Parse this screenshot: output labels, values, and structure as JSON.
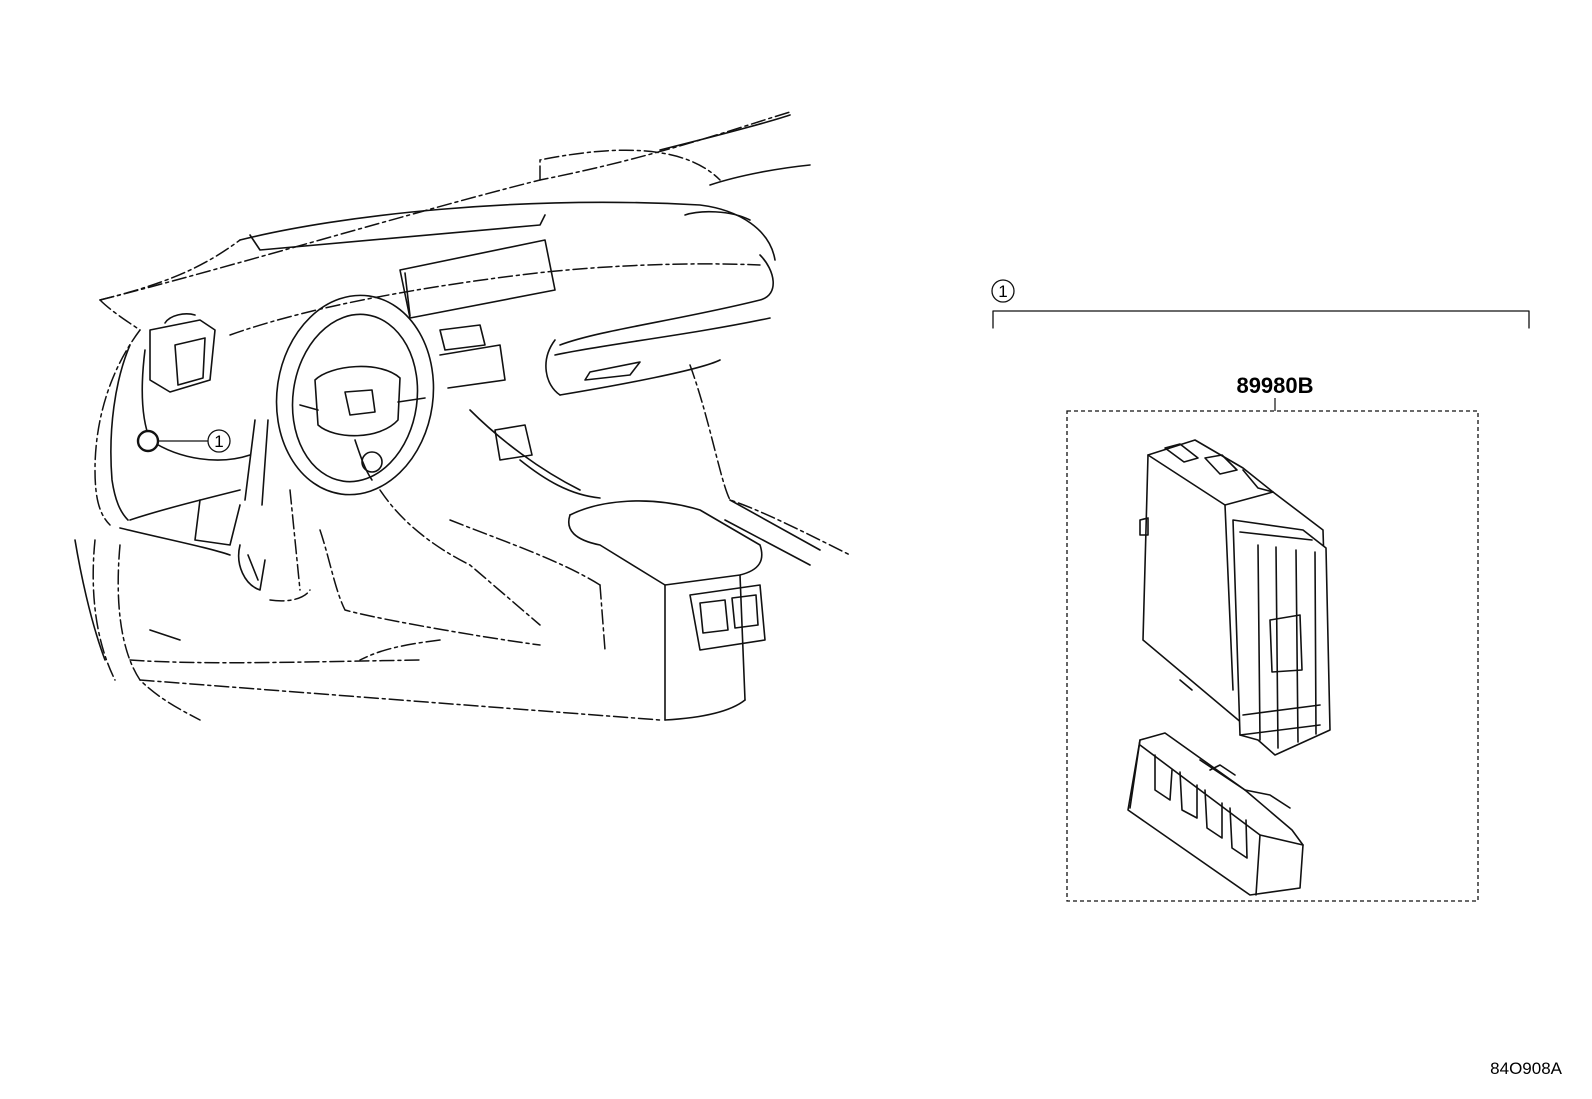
{
  "callouts": [
    {
      "id": "1",
      "label": "1"
    },
    {
      "id": "1",
      "label": "1"
    }
  ],
  "part": {
    "number": "89980B"
  },
  "figure": {
    "code": "84O908A"
  },
  "colors": {
    "line": "#111111",
    "background": "#ffffff"
  }
}
